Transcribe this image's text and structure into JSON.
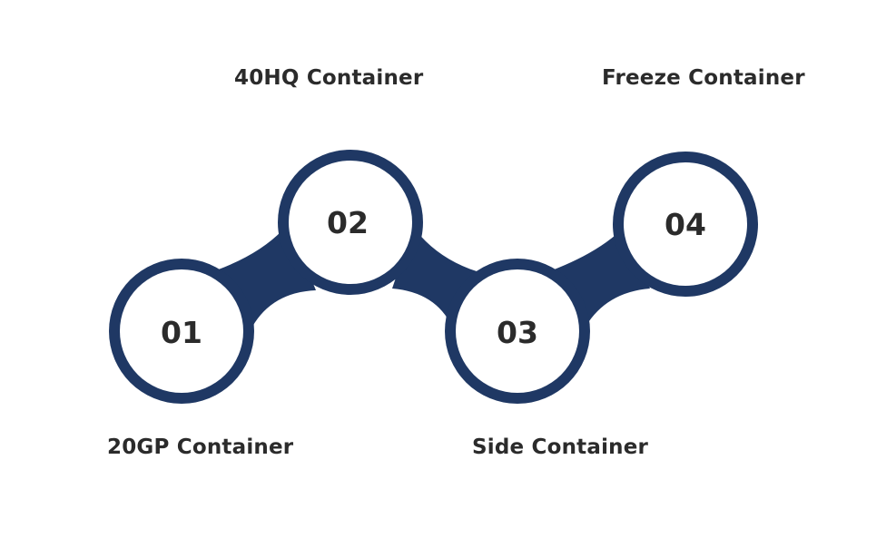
{
  "colors": {
    "accent": "#1f3864",
    "node_fill": "#ffffff",
    "text": "#2b2b2b"
  },
  "steps": [
    {
      "number": "01",
      "label": "20GP Container"
    },
    {
      "number": "02",
      "label": "40HQ Container"
    },
    {
      "number": "03",
      "label": "Side Container"
    },
    {
      "number": "04",
      "label": "Freeze Container"
    }
  ]
}
